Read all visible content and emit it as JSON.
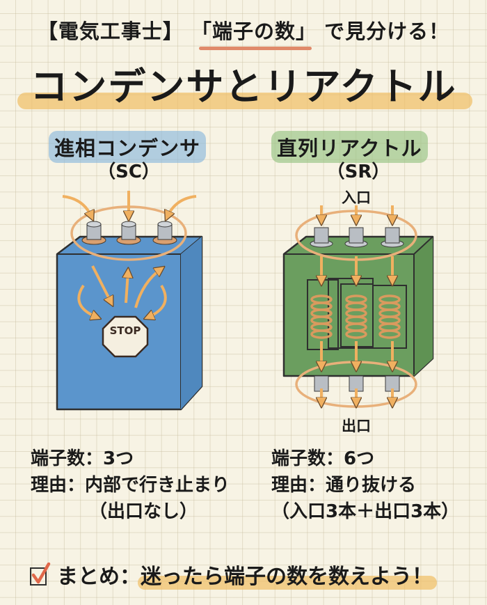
{
  "header": {
    "subtitle_prefix": "【電気工事士】",
    "subtitle_highlight": "「端子の数」",
    "subtitle_suffix": "で見分ける！",
    "title": "コンデンサとリアクトル"
  },
  "capacitor": {
    "name": "進相コンデンサ",
    "abbr": "（SC）",
    "stop_sign": "STOP",
    "terminal_count_label": "端子数：3つ",
    "reason_label": "理由：内部で行き止まり",
    "reason_note": "（出口なし）",
    "colors": {
      "body": "#5b95cc",
      "label_bg": "#8cb9dc"
    }
  },
  "reactor": {
    "name": "直列リアクトル",
    "abbr": "（SR）",
    "input_label": "入口",
    "output_label": "出口",
    "terminal_count_label": "端子数：6つ",
    "reason_label": "理由：通り抜ける",
    "reason_note": "（入口3本＋出口3本）",
    "colors": {
      "body": "#6b9e5f",
      "label_bg": "#96c382",
      "coil": "#d99a5e"
    }
  },
  "summary": {
    "icon": "checkbox-checked-icon",
    "prefix": "まとめ：",
    "highlight": "迷ったら端子の数を数えよう！"
  },
  "colors": {
    "background": "#f7f3e4",
    "arrow": "#f0b060",
    "accent_underline": "#e08a6a",
    "highlight": "#f0be64"
  }
}
